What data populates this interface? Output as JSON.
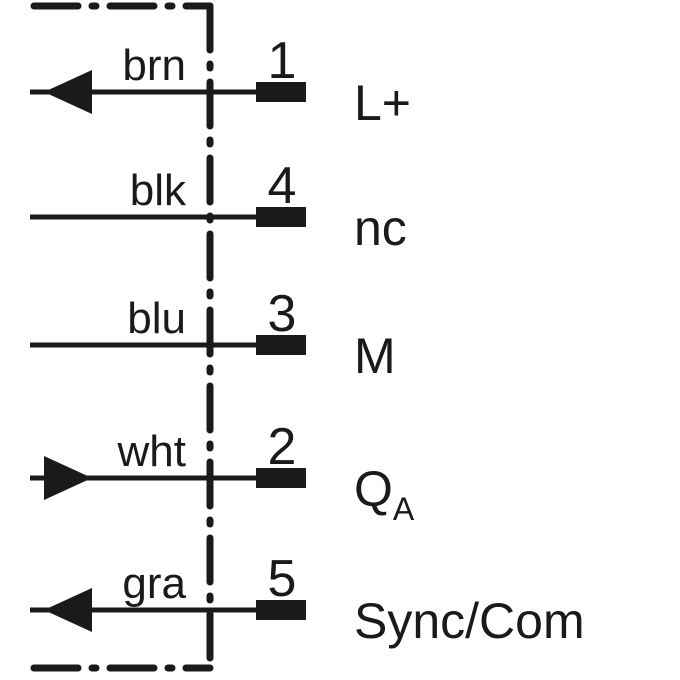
{
  "colors": {
    "ink": "#1a1a1a",
    "background": "#ffffff"
  },
  "pins": [
    {
      "wire": "brn",
      "pin": "1",
      "signal": "L+",
      "subscript": "",
      "arrow": "left"
    },
    {
      "wire": "blk",
      "pin": "4",
      "signal": "nc",
      "subscript": "",
      "arrow": "none"
    },
    {
      "wire": "blu",
      "pin": "3",
      "signal": "M",
      "subscript": "",
      "arrow": "none"
    },
    {
      "wire": "wht",
      "pin": "2",
      "signal": "Q",
      "subscript": "A",
      "arrow": "right"
    },
    {
      "wire": "gra",
      "pin": "5",
      "signal": "Sync/Com",
      "subscript": "",
      "arrow": "left"
    }
  ]
}
